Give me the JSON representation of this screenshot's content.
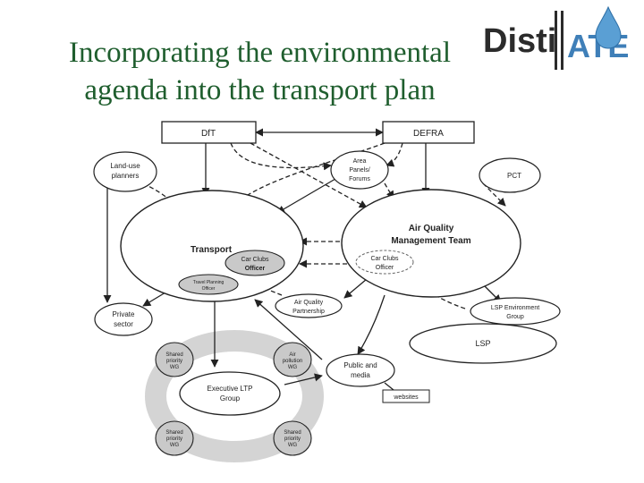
{
  "slide": {
    "title_line1": "Incorporating the environmental",
    "title_line2": "agenda into the transport plan"
  },
  "logo": {
    "text_left": "Disti",
    "text_right": "ATE",
    "colors": {
      "dark": "#2b2b2b",
      "brand_blue": "#3f7fb8",
      "drop": "#5a9fd4"
    }
  },
  "diagram": {
    "dft": "DfT",
    "defra": "DEFRA",
    "land_use": [
      "Land-use",
      "planners"
    ],
    "area_panels": [
      "Area",
      "Panels/",
      "Forums"
    ],
    "pct": "PCT",
    "transport": "Transport",
    "aqmt": [
      "Air Quality",
      "Management Team"
    ],
    "car_clubs_officer": [
      "Car Clubs",
      "Officer"
    ],
    "car_clubs_officer_dashed": [
      "Car Clubs",
      "Officer"
    ],
    "travel_planning_officer": [
      "Travel Planning",
      "Officer"
    ],
    "aq_partnership": [
      "Air Quality",
      "Partnership"
    ],
    "private_sector": [
      "Private",
      "sector"
    ],
    "lsp_env_group": [
      "LSP Environment",
      "Group"
    ],
    "lsp": "LSP",
    "shared_priority_tl": [
      "Shared",
      "priority",
      "WG"
    ],
    "air_pollution_wg": [
      "Air",
      "pollution",
      "WG"
    ],
    "executive_ltp": [
      "Executive LTP",
      "Group"
    ],
    "shared_priority_bl": [
      "Shared",
      "priority",
      "WG"
    ],
    "shared_priority_br": [
      "Shared",
      "priority",
      "WG"
    ],
    "public_media": [
      "Public and",
      "media"
    ],
    "websites": "websites"
  }
}
